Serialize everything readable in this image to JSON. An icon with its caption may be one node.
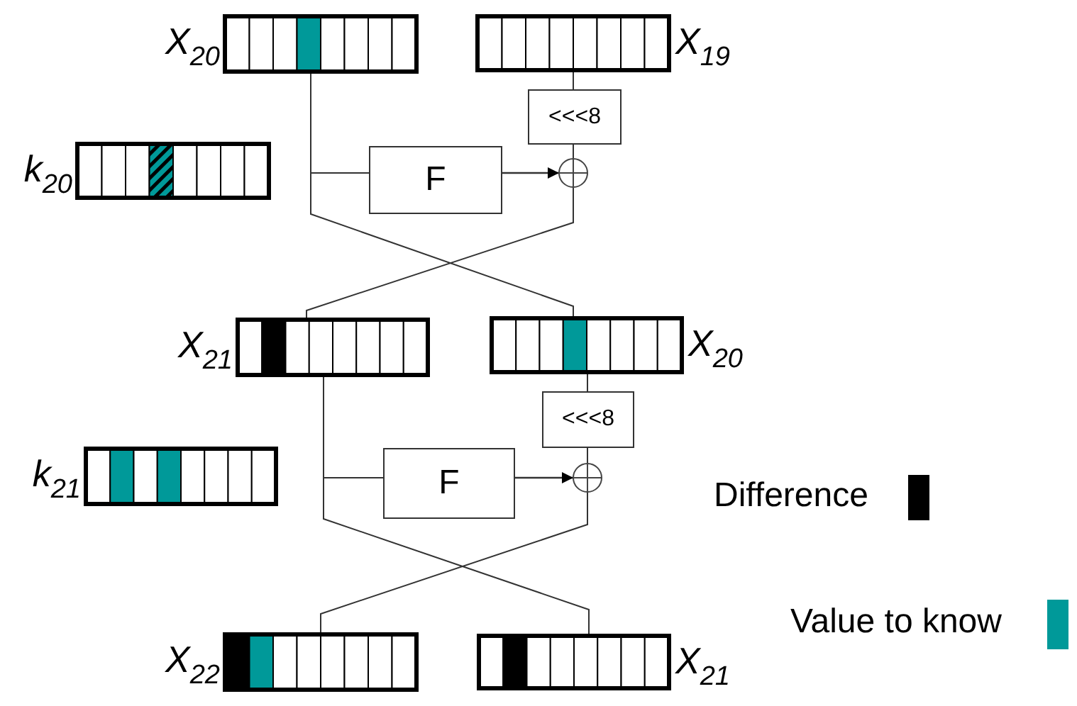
{
  "diagram": {
    "nodes": [
      {
        "text": [
          "X$_{20}$"
        ]
      },
      {
        "text": [
          "X$_{19}$"
        ]
      },
      {
        "text": [
          "<<<8"
        ]
      },
      {
        "text": [
          "k$_{20}$"
        ]
      },
      {
        "text": [
          "F"
        ]
      },
      {
        "text": [],
        "shape": "circle"
      },
      {
        "text": [
          "X$_{21}$"
        ]
      },
      {
        "text": [
          "X$_{20}$"
        ]
      },
      {
        "text": [
          "<<<8"
        ]
      },
      {
        "text": [
          "k$_{21}$"
        ]
      },
      {
        "text": [
          "F"
        ]
      },
      {
        "text": [],
        "shape": "circle"
      },
      {
        "text": [
          "X$_{22}$"
        ]
      },
      {
        "text": [
          "X$_{21}$"
        ]
      }
    ],
    "edges": [
      {
        "from": 0,
        "to": 4,
        "arrow": "none"
      },
      {
        "from": 4,
        "to": 5,
        "arrow": "to"
      },
      {
        "from": 0,
        "to": 7,
        "arrow": "none"
      },
      {
        "from": 1,
        "to": 2,
        "arrow": "none"
      },
      {
        "from": 2,
        "to": 5,
        "arrow": "none"
      },
      {
        "from": 5,
        "to": 6,
        "arrow": "none"
      },
      {
        "from": 6,
        "to": 10,
        "arrow": "none"
      },
      {
        "from": 10,
        "to": 11,
        "arrow": "to"
      },
      {
        "from": 6,
        "to": 13,
        "arrow": "none"
      },
      {
        "from": 7,
        "to": 8,
        "arrow": "none"
      },
      {
        "from": 8,
        "to": 11,
        "arrow": "none"
      },
      {
        "from": 11,
        "to": 12,
        "arrow": "none"
      }
    ],
    "legend": [
      {
        "text": "Difference",
        "color": "#000000"
      },
      {
        "text": "Value to know",
        "color": "#009999"
      }
    ]
  }
}
